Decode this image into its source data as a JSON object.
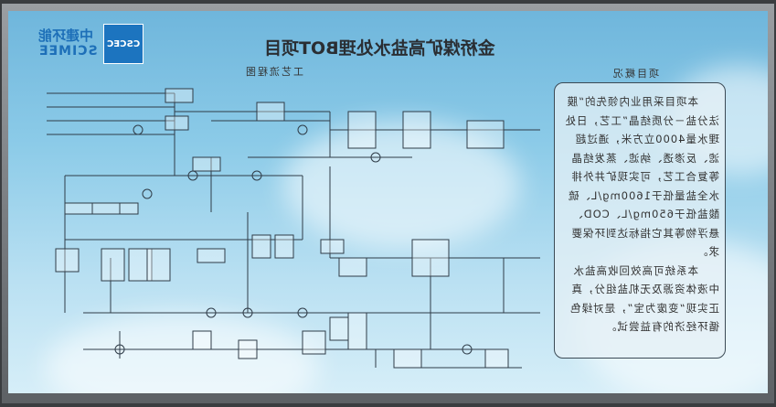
{
  "board": {
    "logo": {
      "cn": "中建环能",
      "en": "SCIMEE",
      "mark": "CSCEC"
    },
    "title": "金桥煤矿高盐水处理BOT项目",
    "diagram_title": "工艺流程图",
    "overview": {
      "title": "项目概况",
      "paragraphs": [
        "本项目采用业内领先的“膜法分盐－分质结晶”工艺，日处理水量4000立方米，通过超滤、反渗透、纳滤、蒸发结晶等复合工艺，可实现矿井外排水全盐量低于1600mg/L、硫酸盐低于650mg/L、COD、悬浮物等其它指标达到环保要求。",
        "本系统可高效回收高盐水中液体资源及无机盐组分，真正实现“变废为宝”，是对绿色循环经济的有益尝试。"
      ]
    },
    "mirrored": true
  }
}
